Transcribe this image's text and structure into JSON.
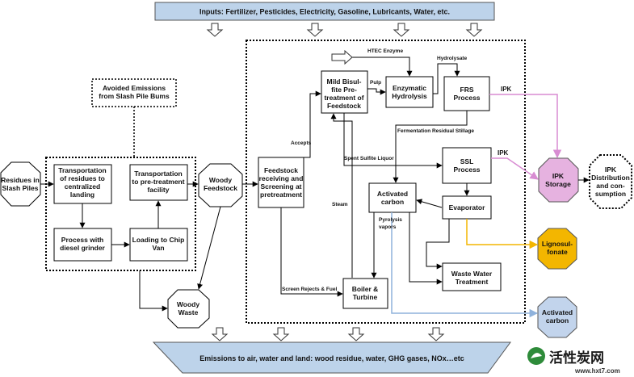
{
  "inputs_banner": "Inputs:  Fertilizer, Pesticides, Electricity, Gasoline, Lubricants, Water, etc.",
  "emissions_banner": "Emissions to air, water and land:  wood residue, water, GHG gases, NOx…etc",
  "nodes": {
    "residues": [
      "Residues in",
      "Slash Piles"
    ],
    "transport_landing": [
      "Transportation",
      "of residues to",
      "centralized",
      "landing"
    ],
    "transport_pretreat": [
      "Transportation",
      "to pre-treatment",
      "facility"
    ],
    "diesel_grinder": [
      "Process with",
      "diesel grinder"
    ],
    "loading_chip_van": [
      "Loading to Chip",
      "Van"
    ],
    "avoided_emissions": [
      "Avoided Emissions",
      "from Slash Pile Bums"
    ],
    "woody_feedstock": [
      "Woody",
      "Feedstock"
    ],
    "woody_waste": [
      "Woody",
      "Waste"
    ],
    "feedstock_receiving": [
      "Feedstock",
      "receiving and",
      "Screening at",
      "pretreatment"
    ],
    "mild_bisulfite": [
      "Mild Bisul-",
      "fite Pre-",
      "treatment of",
      "Feedstock"
    ],
    "enzymatic_hydrolysis": [
      "Enzymatic",
      "Hydrolysis"
    ],
    "frs_process": [
      "FRS",
      "Process"
    ],
    "ssl_process": [
      "SSL",
      "Process"
    ],
    "activated_carbon_box": [
      "Activated",
      "carbon"
    ],
    "evaporator": [
      "Evaporator"
    ],
    "waste_water": [
      "Waste Water",
      "Treatment"
    ],
    "boiler_turbine": [
      "Boiler &",
      "Turbine"
    ],
    "ipk_storage": [
      "IPK",
      "Storage"
    ],
    "ipk_distribution": [
      "IPK",
      "Distribution",
      "and con-",
      "sumption"
    ],
    "lignosulfonate": [
      "Lignosul-",
      "fonate"
    ],
    "activated_carbon_out": [
      "Activated",
      "carbon"
    ]
  },
  "flow_labels": {
    "htec_enzyme": "HTEC Enzyme",
    "hydrolysate": "Hydrolysate",
    "pulp": "Pulp",
    "accepts": "Accepts",
    "ipk_top": "IPK",
    "ipk_mid": "IPK",
    "fermentation_stillage": "Fermentation Residual Stillage",
    "spent_sulfite_liquor": "Spent Sulfite Liquor",
    "steam": "Steam",
    "pyrolysis_vapors": [
      "Pyrolysis",
      "vapors"
    ],
    "screen_rejects": "Screen Rejects & Fuel"
  },
  "watermark": {
    "title": "活性炭网",
    "url": "www.hxt7.com"
  },
  "colors": {
    "banner_fill": "#bdd3ea",
    "ipk_storage_fill": "#e6b2e0",
    "lignosulfonate_fill": "#f3b600",
    "activated_carbon_out_fill": "#c2d4ec",
    "ipk_line": "#d88cd2",
    "lignosulfonate_line": "#f3b600",
    "activated_carbon_line": "#8fb2dc",
    "watermark_green": "#2e8b3a"
  }
}
